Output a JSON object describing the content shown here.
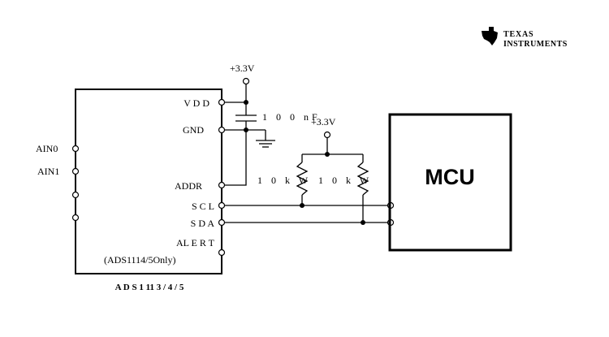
{
  "brand": {
    "line1": "Texas",
    "line2": "Instruments"
  },
  "chip": {
    "part_label": "A D S 1 11 3 / 4 / 5",
    "note": "(ADS1114/5Only)",
    "left_pins": [
      "AIN0",
      "AIN1",
      "",
      ""
    ],
    "right_pins": {
      "vdd": "V D D",
      "gnd": "GND",
      "addr": "ADDR",
      "scl": "S C L",
      "sda": "S D A",
      "alert": "AL E R T"
    }
  },
  "supply": {
    "main": "+3.3V",
    "pullup": "+3.3V"
  },
  "capacitor": {
    "value": "1 0 0 nF"
  },
  "resistors": [
    {
      "value": "1 0 k W"
    },
    {
      "value": "1 0 k W"
    }
  ],
  "mcu": {
    "label": "MCU"
  }
}
